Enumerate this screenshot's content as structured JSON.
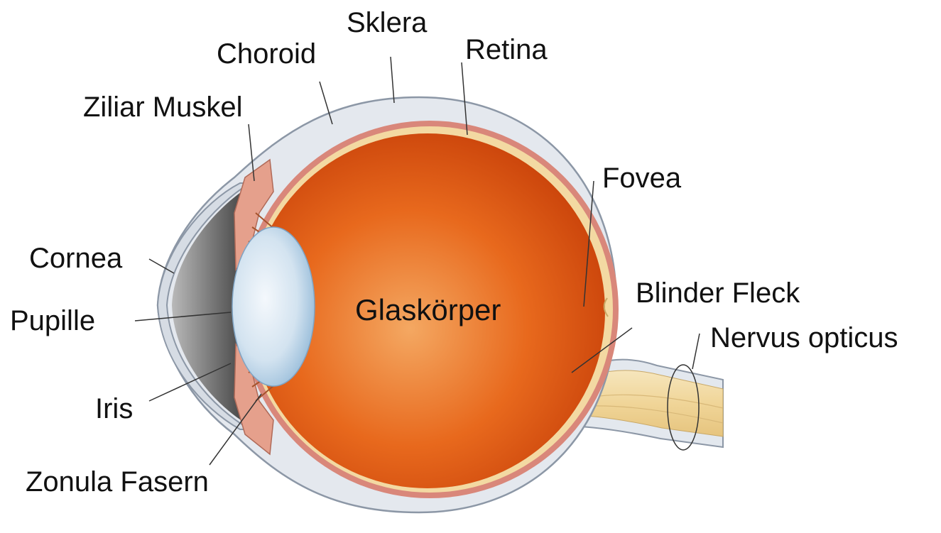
{
  "labels": {
    "sklera": "Sklera",
    "choroid": "Choroid",
    "retina": "Retina",
    "ziliar_muskel": "Ziliar Muskel",
    "fovea": "Fovea",
    "cornea": "Cornea",
    "pupille": "Pupille",
    "glaskoerper": "Glaskörper",
    "blinder_fleck": "Blinder Fleck",
    "nervus_opticus": "Nervus opticus",
    "iris": "Iris",
    "zonula_fasern": "Zonula Fasern"
  },
  "colors": {
    "background": "#ffffff",
    "sclera": "#e4e8ee",
    "sclera_edge": "#8c97a6",
    "choroid": "#d9877a",
    "retina": "#f3d9a2",
    "vitreous_light": "#f2a25a",
    "vitreous_mid": "#e86a1c",
    "vitreous_dark": "#c9420a",
    "lens_light": "#eef4fa",
    "lens_dark": "#9fc2dd",
    "anterior_chamber": "#6f6f6f",
    "muscle": "#e5a08c",
    "optic_nerve": "#f1dba3",
    "leader_line": "#333333",
    "text": "#111111"
  }
}
